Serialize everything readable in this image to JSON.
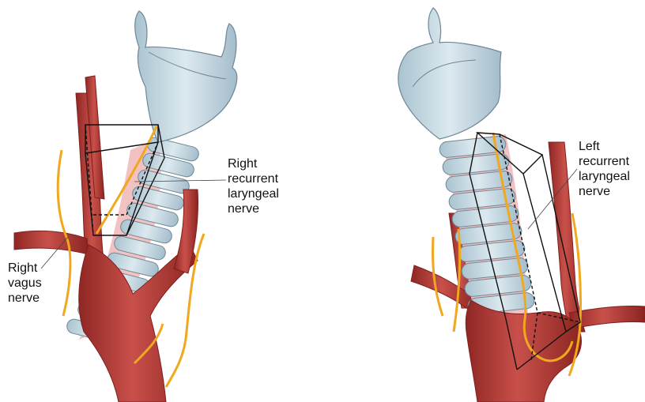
{
  "labels": {
    "right_recurrent_laryngeal_nerve": [
      "Right",
      "recurrent",
      "laryngeal",
      "nerve"
    ],
    "right_vagus_nerve": [
      "Right",
      "vagus",
      "nerve"
    ],
    "left_recurrent_laryngeal_nerve": [
      "Left",
      "recurrent",
      "laryngeal",
      "nerve"
    ]
  },
  "colors": {
    "cartilage": "#c9dbe4",
    "cartilage_edge": "#6f8794",
    "artery": "#b73b37",
    "artery_dark": "#7f1f1d",
    "nerve": "#f0a81e",
    "ring_gap": "#f2c2c2",
    "box_stroke": "#111111"
  }
}
